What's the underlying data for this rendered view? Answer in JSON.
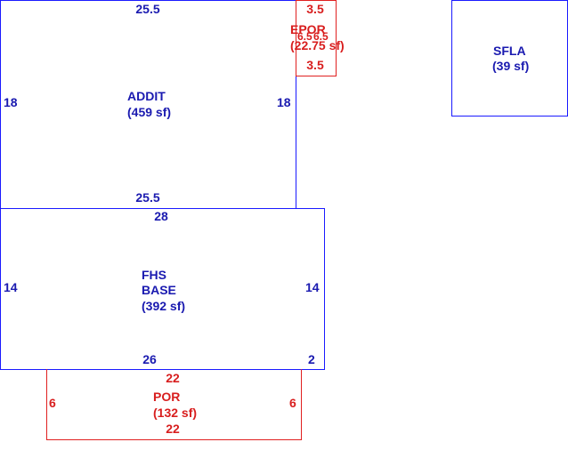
{
  "colors": {
    "building": "#1a1ab0",
    "porch": "#d81e1e"
  },
  "areas": {
    "addit": {
      "code": "ADDIT",
      "area": "(459 sf)",
      "top": "25.5",
      "bottom": "25.5",
      "left": "18",
      "right": "18"
    },
    "epor": {
      "code": "EPOR",
      "area": "(22.75 sf)",
      "top": "3.5",
      "bottom": "3.5",
      "left": "6.5",
      "right": "6.5"
    },
    "sfla": {
      "code": "SFLA",
      "area": "(39 sf)"
    },
    "base": {
      "code1": "FHS",
      "code2": "BASE",
      "area": "(392 sf)",
      "top": "28",
      "bottom": "26",
      "bottom_right": "2",
      "left": "14",
      "right": "14"
    },
    "por": {
      "code": "POR",
      "area": "(132 sf)",
      "top": "22",
      "bottom": "22",
      "left": "6",
      "right": "6"
    }
  }
}
